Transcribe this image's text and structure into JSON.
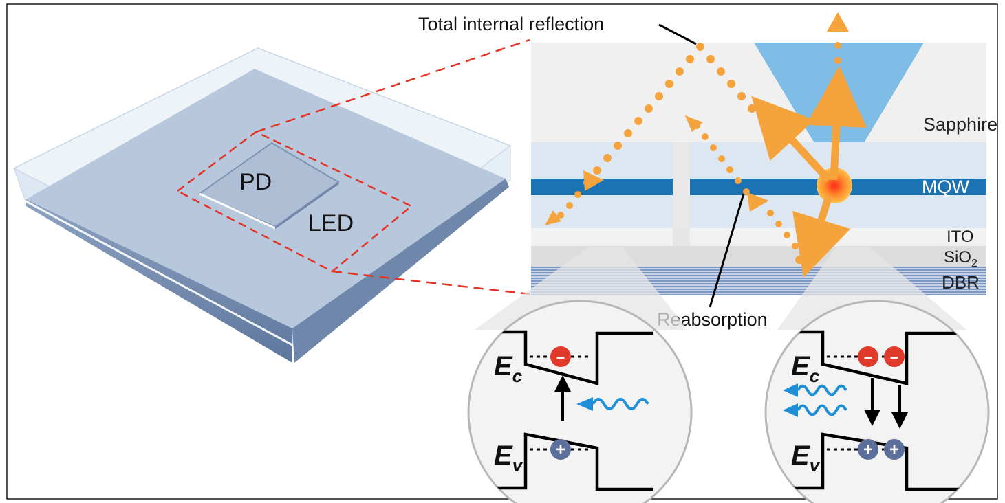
{
  "device_labels": {
    "pd": "PD",
    "led": "LED"
  },
  "annotations": {
    "total_internal_reflection": "Total internal reflection",
    "reabsorption": "Reabsorption"
  },
  "layers": {
    "sapphire": "Sapphire",
    "mqw": "MQW",
    "ito": "ITO",
    "sio2_base": "SiO",
    "sio2_sub": "2",
    "dbr": "DBR"
  },
  "band_diagrams": {
    "left": {
      "conduction": {
        "base": "E",
        "sub": "c"
      },
      "valence": {
        "base": "E",
        "sub": "v"
      },
      "electron_symbol": "–",
      "hole_symbol": "+"
    },
    "right": {
      "conduction": {
        "base": "E",
        "sub": "c"
      },
      "valence": {
        "base": "E",
        "sub": "v"
      },
      "electron_symbol": "–",
      "hole_symbol": "+"
    }
  },
  "colors": {
    "device_top": "#b8c8dc",
    "device_side": "#7b93b5",
    "dashed_outline": "#e53224",
    "light_ray": "#f5a33c",
    "emission_cone": "#6fb6e4",
    "mqw": "#1d74b4",
    "layer_light": "#dde7f1",
    "dbr": "#8ea8cc",
    "electron": "#e03a2b",
    "hole": "#5c6f9a",
    "photon_wave": "#1e8fd6"
  }
}
